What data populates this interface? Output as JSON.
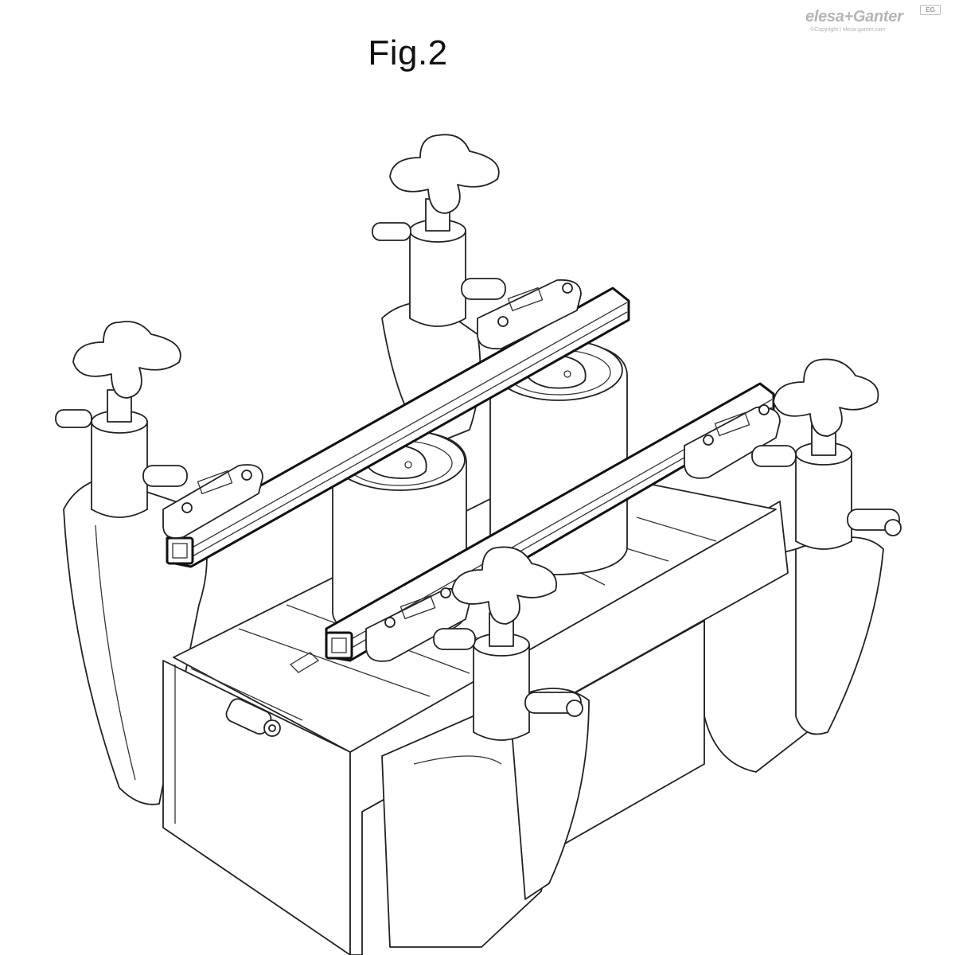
{
  "figure": {
    "title": "Fig.2"
  },
  "logo": {
    "brand": "elesa+Ganter",
    "badge": "EG",
    "copyright": "©Copyright | elesa-ganter.com"
  }
}
